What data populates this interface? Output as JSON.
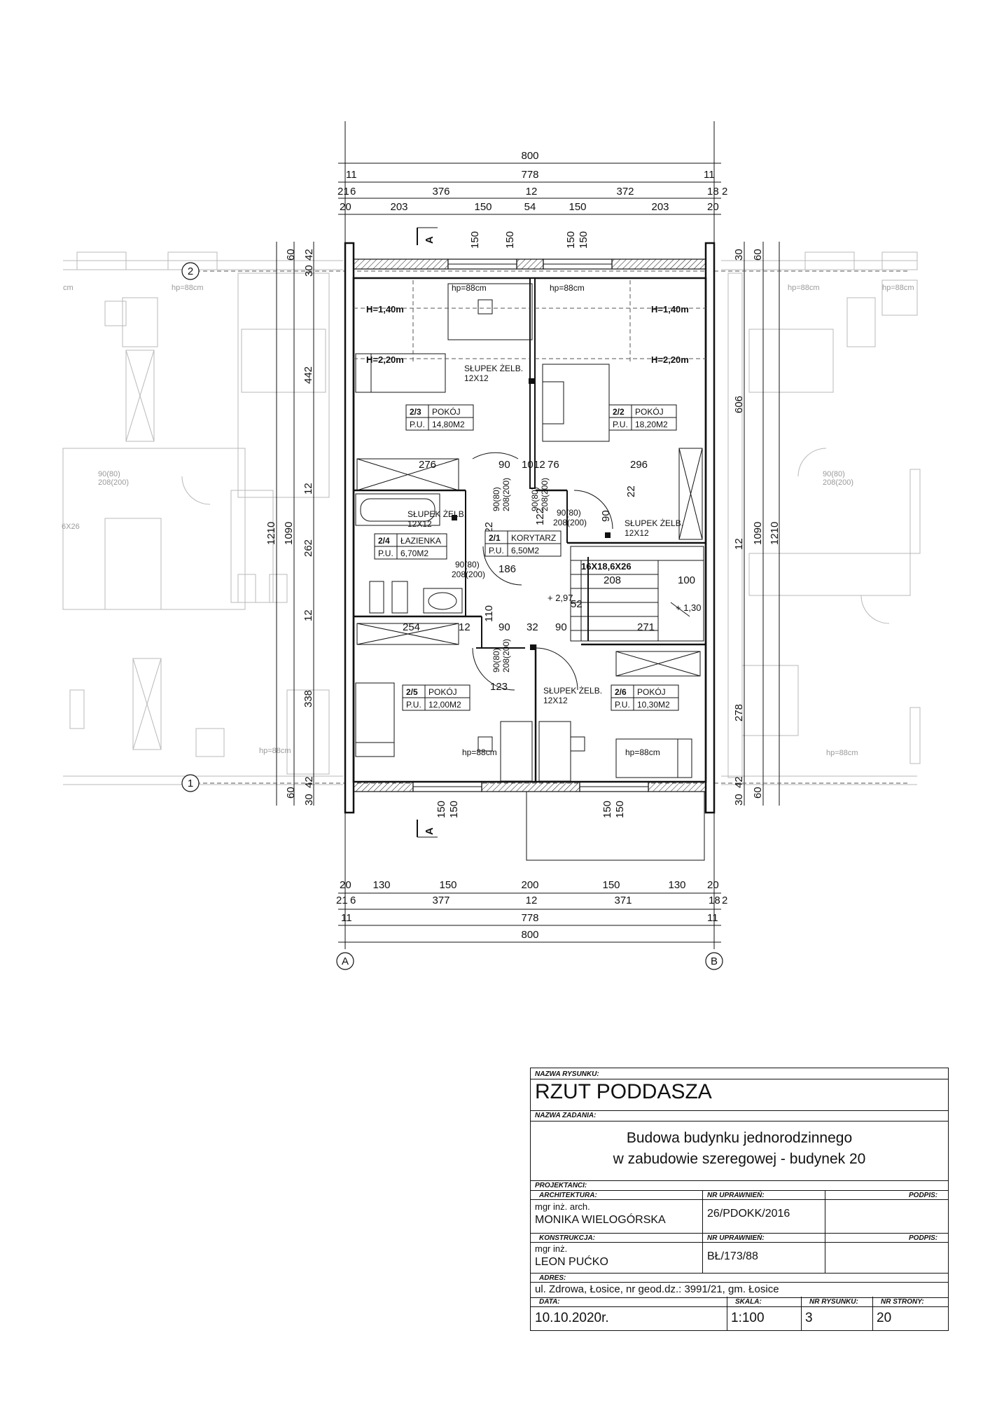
{
  "plan": {
    "dims_top": [
      "800",
      "778",
      "11",
      "11",
      "376",
      "12",
      "372",
      "21",
      "6",
      "18",
      "2",
      "20",
      "20",
      "203",
      "150",
      "54",
      "150",
      "203"
    ],
    "dims_bottom": [
      "20",
      "20",
      "130",
      "150",
      "200",
      "150",
      "130",
      "21",
      "6",
      "377",
      "12",
      "371",
      "18",
      "2",
      "11",
      "11",
      "778",
      "800"
    ],
    "dims_left": [
      "60",
      "42",
      "30",
      "1210",
      "1090",
      "442",
      "12",
      "262",
      "12",
      "338",
      "60",
      "42",
      "30"
    ],
    "dims_right": [
      "30",
      "60",
      "606",
      "1090",
      "1210",
      "12",
      "278",
      "30",
      "42",
      "60"
    ],
    "inner_dims": [
      "276",
      "90",
      "10",
      "12",
      "76",
      "296",
      "122",
      "122",
      "186",
      "208",
      "100",
      "254",
      "12",
      "32",
      "90",
      "90",
      "110",
      "52",
      "271",
      "123",
      "22",
      "90"
    ],
    "window_dims": [
      "150",
      "150",
      "150",
      "150",
      "150",
      "150",
      "150",
      "150"
    ],
    "axes": {
      "a": "A",
      "b": "B",
      "one": "1",
      "two": "2"
    },
    "section_mark": "A",
    "rooms": [
      {
        "num": "2/3",
        "name": "POKÓJ",
        "pu": "P.U.",
        "area": "14,80M2"
      },
      {
        "num": "2/2",
        "name": "POKÓJ",
        "pu": "P.U.",
        "area": "18,20M2"
      },
      {
        "num": "2/4",
        "name": "ŁAZIENKA",
        "pu": "P.U.",
        "area": "6,70M2"
      },
      {
        "num": "2/1",
        "name": "KORYTARZ",
        "pu": "P.U.",
        "area": "6,50M2"
      },
      {
        "num": "2/5",
        "name": "POKÓJ",
        "pu": "P.U.",
        "area": "12,00M2"
      },
      {
        "num": "2/6",
        "name": "POKÓJ",
        "pu": "P.U.",
        "area": "10,30M2"
      }
    ],
    "notes": {
      "h140a": "H=1,40m",
      "h220a": "H=2,20m",
      "h140b": "H=1,40m",
      "h220b": "H=2,20m",
      "hp1": "hp=88cm",
      "hp2": "hp=88cm",
      "hp3": "hp=88cm",
      "hp4": "hp=88cm",
      "post1": "SŁUPEK ŻELB.",
      "post1s": "12X12",
      "post2": "SŁUPEK ŻELB.",
      "post2s": "12X12",
      "post3": "SŁUPEK ŻELB.",
      "post3s": "12X12",
      "post4": "SŁUPEK ŻELB.",
      "post4s": "12X12",
      "stairs": "16X18,6X26",
      "lvl1": "+ 2,97",
      "lvl2": "+ 1,30",
      "door1a": "90(80)",
      "door1b": "208(200)",
      "door2a": "90(80)",
      "door2b": "208(200)",
      "door3a": "90(80)",
      "door3b": "208(200)",
      "door4a": "90(80)",
      "door4b": "208(200)",
      "door5a": "90(80)",
      "door5b": "208(200)"
    },
    "ghost": {
      "hp": "hp=88cm",
      "cm": "cm",
      "door1": "90(80)",
      "door2": "208(200)",
      "stairs": "6X26"
    }
  },
  "titleblock": {
    "drawing_name_label": "NAZWA RYSUNKU:",
    "drawing_name": "RZUT PODDASZA",
    "task_label": "NAZWA ZADANIA:",
    "task_line1": "Budowa budynku jednorodzinnego",
    "task_line2": "w zabudowie szeregowej - budynek 20",
    "designers_label": "PROJEKTANCI:",
    "arch_label": "ARCHITEKTURA:",
    "arch_title": "mgr inż. arch.",
    "arch_name": "MONIKA WIELOGÓRSKA",
    "license_label1": "NR UPRAWNIEŃ:",
    "license1": "26/PDOKK/2016",
    "sign_label1": "PODPIS:",
    "struct_label": "KONSTRUKCJA:",
    "struct_title": "mgr inż.",
    "struct_name": "LEON PUĆKO",
    "license_label2": "NR UPRAWNIEŃ:",
    "license2": "BŁ/173/88",
    "sign_label2": "PODPIS:",
    "address_label": "ADRES:",
    "address": "ul. Zdrowa, Łosice, nr geod.dz.: 3991/21, gm. Łosice",
    "date_label": "DATA:",
    "date": "10.10.2020r.",
    "scale_label": "SKALA:",
    "scale": "1:100",
    "drawing_no_label": "NR RYSUNKU:",
    "drawing_no": "3",
    "page_no_label": "NR STRONY:",
    "page_no": "20"
  }
}
